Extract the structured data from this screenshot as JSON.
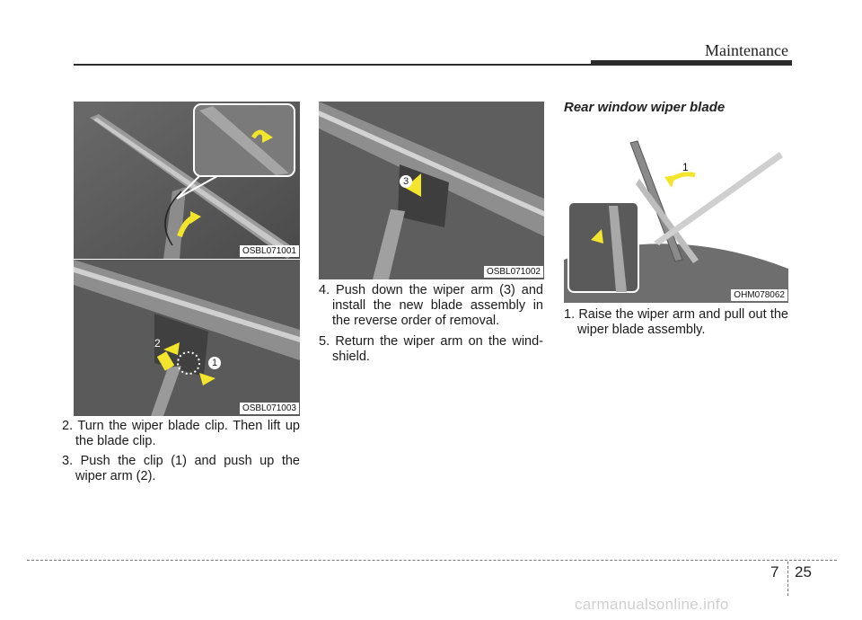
{
  "header": {
    "section": "Maintenance"
  },
  "figures": [
    {
      "code": "OSBL071001"
    },
    {
      "code": "OSBL071003",
      "callout_clip": "1",
      "callout_arm": "2"
    },
    {
      "code": "OSBL071002",
      "callout_arm": "3"
    },
    {
      "code": "OHM078062",
      "callout_raise": "1"
    }
  ],
  "steps": [
    "2. Turn the wiper blade clip. Then lift up the blade clip.",
    "3. Push the clip (1) and push up the wiper arm (2).",
    "4. Push down the wiper arm (3) and install the new blade assembly in the reverse order of removal.",
    "5. Return the wiper arm on the wind-shield.",
    "1. Raise the wiper arm and pull out the wiper blade assembly."
  ],
  "rear_section": {
    "title": "Rear window wiper blade"
  },
  "footer": {
    "chapter": "7",
    "page": "25",
    "watermark": "carmanualsonline.info"
  },
  "colors": {
    "arrow": "#f2e52b",
    "figure_bg": "#5e5e5e"
  }
}
